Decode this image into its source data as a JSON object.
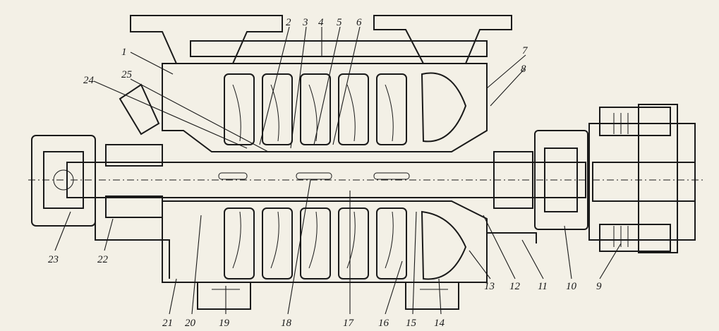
{
  "figure": {
    "subject": "multistage centrifugal pump longitudinal section",
    "colors": {
      "background": "#f3f0e6",
      "ink": "#1a1a1a",
      "hatch": "#3a3a3a"
    },
    "callouts_top": [
      "1",
      "2",
      "3",
      "4",
      "5",
      "6",
      "7",
      "8"
    ],
    "callouts_left": [
      "24",
      "25"
    ],
    "callouts_bottom": [
      "23",
      "22",
      "21",
      "20",
      "19",
      "18",
      "17",
      "16",
      "15",
      "14",
      "13",
      "12",
      "11",
      "10",
      "9"
    ]
  }
}
